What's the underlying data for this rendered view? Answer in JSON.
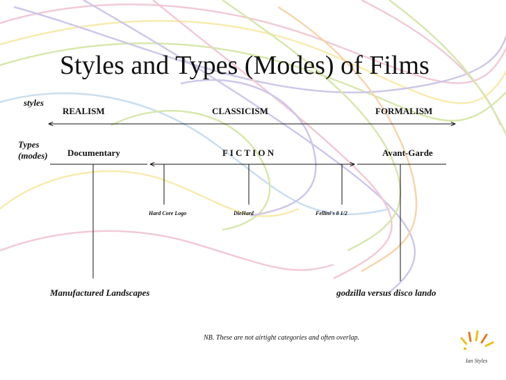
{
  "slide": {
    "title": "Styles and Types (Modes) of Films",
    "styles_label": "styles",
    "types_label_line1": "Types",
    "types_label_line2": "(modes)",
    "styles": [
      "REALISM",
      "CLASSICISM",
      "FORMALISM"
    ],
    "types": [
      "Documentary",
      "F I C T I O N",
      "Avant-Garde"
    ],
    "fiction_examples": [
      "Hard Core Logo",
      "DieHard",
      "Fellini's  8 1/2"
    ],
    "films": {
      "documentary_example": "Manufactured Landscapes",
      "avant_garde_example": "godzilla versus disco lando"
    },
    "note": "NB. These are not airtight categories and often overlap.",
    "logo_text": "Ian Styles"
  },
  "colors": {
    "text": "#111111",
    "swirl_green": "#b7d56a",
    "swirl_purple": "#a79bd8",
    "swirl_pink": "#e6a0b4",
    "swirl_yellow": "#f2dc6b",
    "swirl_orange": "#f0b26a",
    "swirl_blue": "#9fc3e6",
    "logo_yellow": "#e8c21c",
    "logo_orange": "#e07a1b"
  }
}
